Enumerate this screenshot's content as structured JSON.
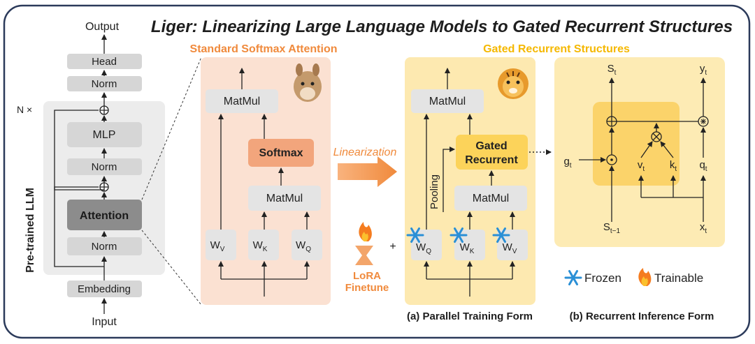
{
  "title": "Liger: Linearizing Large Language Models to Gated Recurrent Structures",
  "llm": {
    "output": "Output",
    "head": "Head",
    "norm_top": "Norm",
    "repeat": "N ×",
    "mlp": "MLP",
    "norm_mid": "Norm",
    "attention": "Attention",
    "norm_low": "Norm",
    "embedding": "Embedding",
    "input": "Input",
    "side_label": "Pre-trained LLM"
  },
  "softmax_panel": {
    "title": "Standard Softmax Attention",
    "matmul_top": "MatMul",
    "softmax": "Softmax",
    "matmul_low": "MatMul",
    "w_v": "W",
    "w_v_sub": "V",
    "w_k": "W",
    "w_k_sub": "K",
    "w_q": "W",
    "w_q_sub": "Q"
  },
  "linearization_label": "Linearization",
  "lora": {
    "line1": "LoRA",
    "line2": "Finetune",
    "plus": "+"
  },
  "gated_panel": {
    "title": "Gated Recurrent Structures",
    "matmul_top": "MatMul",
    "gated_line1": "Gated",
    "gated_line2": "Recurrent",
    "pooling": "Pooling",
    "matmul_low": "MatMul",
    "w_q": "W",
    "w_q_sub": "Q",
    "w_k": "W",
    "w_k_sub": "K",
    "w_v": "W",
    "w_v_sub": "V",
    "caption": "(a) Parallel Training Form"
  },
  "recurrent_panel": {
    "s_t": "S",
    "s_t_sub": "t",
    "y_t": "y",
    "y_t_sub": "t",
    "g_t": "g",
    "g_t_sub": "t",
    "v_t": "v",
    "v_t_sub": "t",
    "k_t": "k",
    "k_t_sub": "t",
    "q_t": "q",
    "q_t_sub": "t",
    "s_prev": "S",
    "s_prev_sub": "t−1",
    "x_t": "x",
    "x_t_sub": "t",
    "caption": "(b) Recurrent Inference Form"
  },
  "legend": {
    "frozen": "Frozen",
    "trainable": "Trainable"
  },
  "colors": {
    "softmax_panel_bg": "#fbe1d2",
    "softmax_box": "#f2a57c",
    "orange_text": "#f08a3c",
    "gated_panel_bg": "#fde9b0",
    "gated_box": "#fcd35a",
    "gated_title": "#f5b800",
    "recurrent_inner": "#fbd36a",
    "gray_box": "#d9d9d9",
    "dark_box": "#8c8c8c",
    "frame": "#2b3a5a",
    "snowflake": "#2a8fd6"
  },
  "icons": [
    "llama-icon",
    "tiger-icon",
    "fire-icon",
    "snowflake-icon"
  ]
}
